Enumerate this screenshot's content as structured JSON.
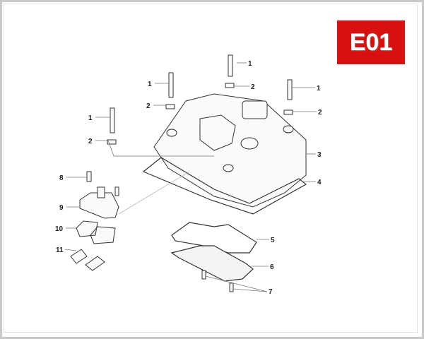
{
  "badge": {
    "text": "E01",
    "color": "#d81010"
  },
  "callouts": [
    "1",
    "1",
    "1",
    "1",
    "2",
    "2",
    "2",
    "2",
    "3",
    "4",
    "5",
    "6",
    "7",
    "8",
    "9",
    "10",
    "11"
  ]
}
